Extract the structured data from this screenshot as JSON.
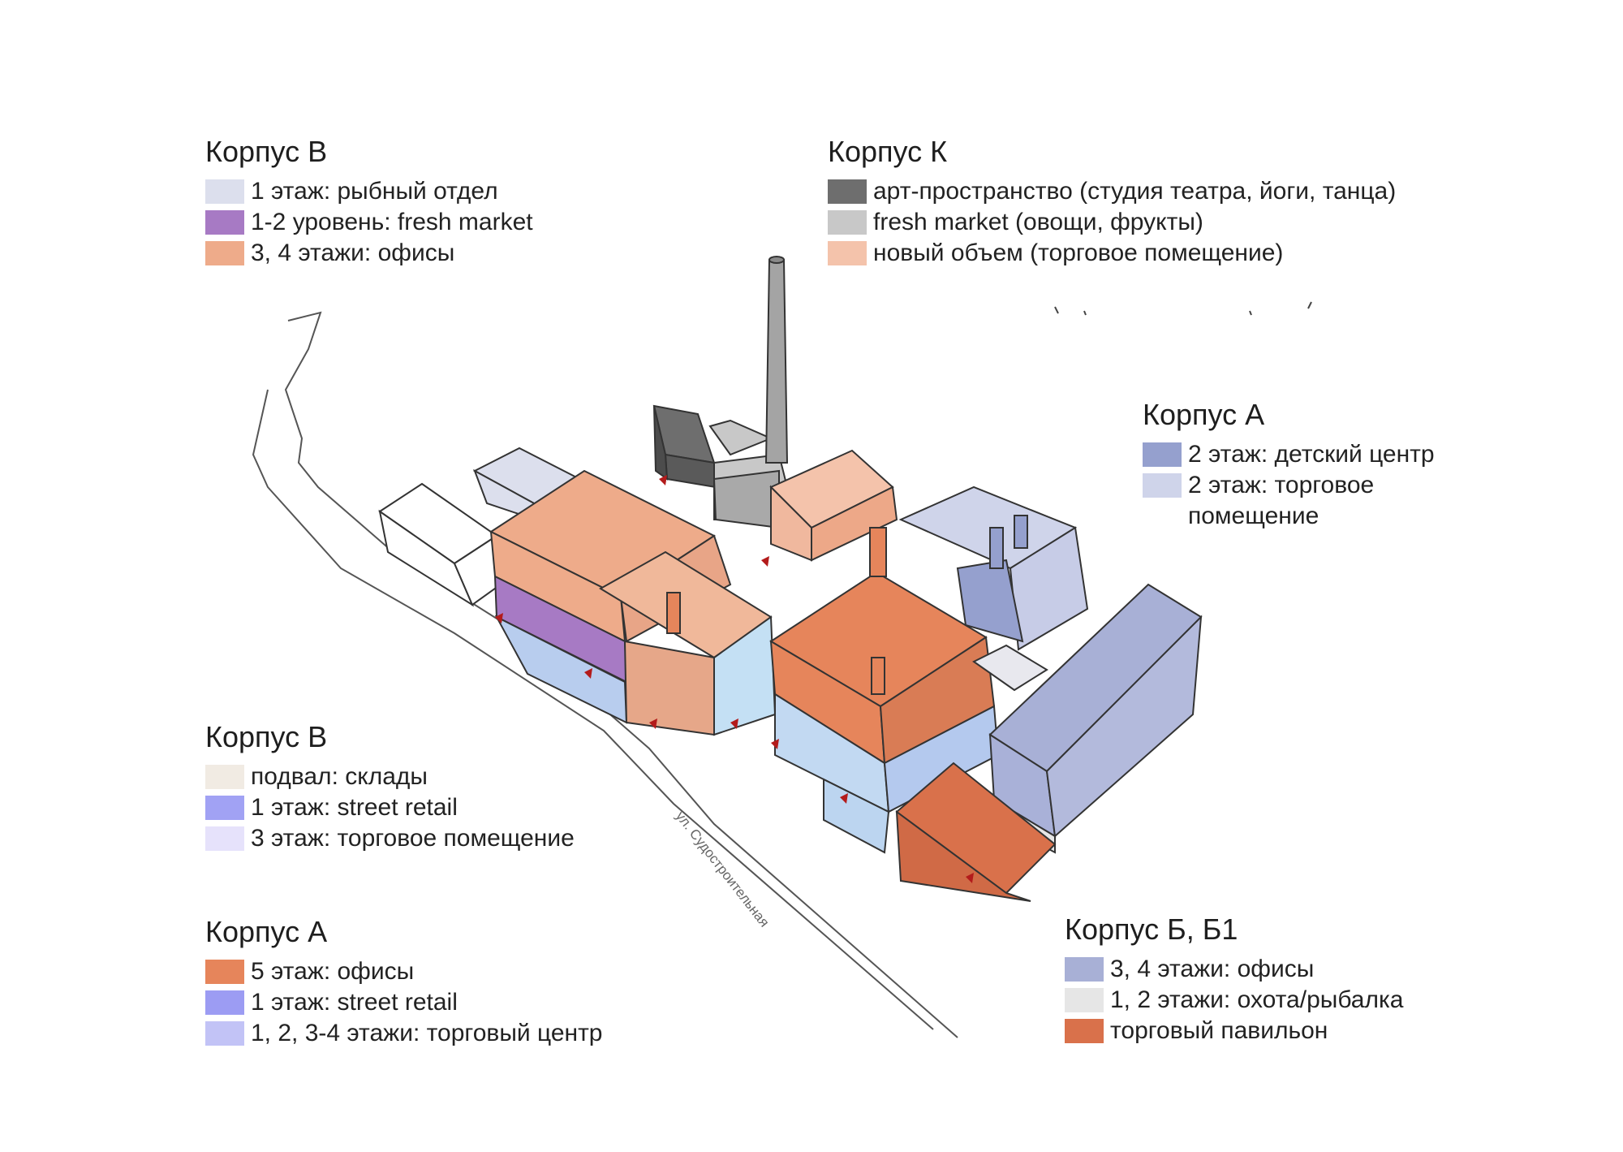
{
  "colors": {
    "chimney": "#a4a4a4",
    "marker": "#b31b1b"
  },
  "street_label": "ул. Судостроительная",
  "legends": {
    "v1": {
      "title": "Корпус В",
      "items": [
        {
          "label": "1 этаж: рыбный отдел",
          "color": "#dcdfed"
        },
        {
          "label": "1-2 уровень: fresh market",
          "color": "#a77ac4"
        },
        {
          "label": "3, 4 этажи: офисы",
          "color": "#eeab8a"
        }
      ]
    },
    "k": {
      "title": "Корпус К",
      "items": [
        {
          "label": "арт-пространство (студия театра, йоги, танца)",
          "color": "#6e6e6e"
        },
        {
          "label": "fresh market (овощи, фрукты)",
          "color": "#c8c8c8"
        },
        {
          "label": "новый объем (торговое помещение)",
          "color": "#f4c3ab"
        }
      ]
    },
    "a1": {
      "title": "Корпус А",
      "items": [
        {
          "label": "2 этаж: детский центр",
          "color": "#95a0ce"
        },
        {
          "label": "2 этаж: торговое\n        помещение",
          "color": "#cfd4ea"
        }
      ]
    },
    "v2": {
      "title": "Корпус В",
      "items": [
        {
          "label": "подвал: склады",
          "color": "#f1ebe3"
        },
        {
          "label": "1 этаж: street retail",
          "color": "#a1a2f4"
        },
        {
          "label": "3 этаж: торговое помещение",
          "color": "#e6e2fb"
        }
      ]
    },
    "a2": {
      "title": "Корпус А",
      "items": [
        {
          "label": "5 этаж: офисы",
          "color": "#e6855b"
        },
        {
          "label": "1 этаж: street retail",
          "color": "#9c9cf3"
        },
        {
          "label": "1, 2, 3-4 этажи: торговый центр",
          "color": "#c2c3f6"
        }
      ]
    },
    "b": {
      "title": "Корпус Б, Б1",
      "items": [
        {
          "label": "3, 4 этажи: офисы",
          "color": "#a8b0d6"
        },
        {
          "label": "1, 2 этажи: охота/рыбалка",
          "color": "#e6e6e6"
        },
        {
          "label": "торговый павильон",
          "color": "#d9714b"
        }
      ]
    }
  }
}
